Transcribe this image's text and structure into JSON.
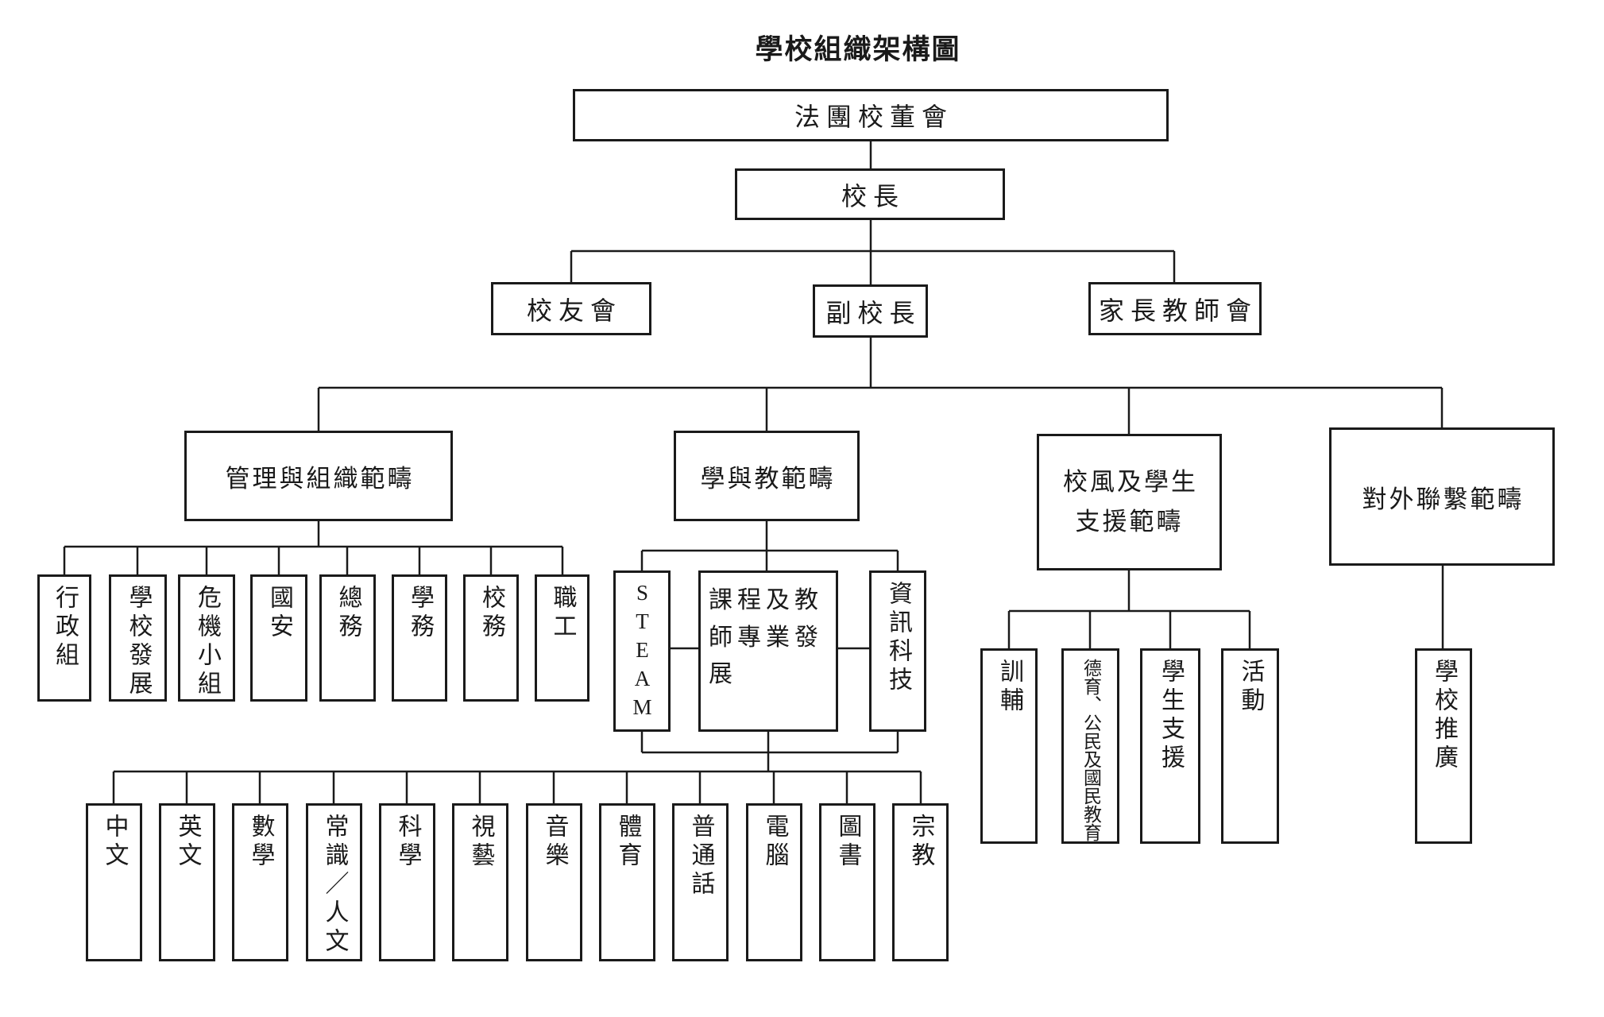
{
  "title": "學校組織架構圖",
  "colors": {
    "ink": "#1a1a1a",
    "background": "#ffffff"
  },
  "nodes": {
    "board": "法團校董會",
    "principal": "校長",
    "alumni": "校友會",
    "vice_principal": "副校長",
    "pta": "家長教師會",
    "domains": {
      "management": "管理與組織範疇",
      "learning": "學與教範疇",
      "ethos": "校風及學生支援範疇",
      "external": "對外聯繫範疇"
    },
    "management_children": [
      "行政組",
      "學校發展",
      "危機小組",
      "國安",
      "總務",
      "學務",
      "校務",
      "職工"
    ],
    "learning_children": [
      "STEAM",
      "課程及教師專業發展",
      "資訊科技"
    ],
    "subjects": [
      "中文",
      "英文",
      "數學",
      "常識／人文",
      "科學",
      "視藝",
      "音樂",
      "體育",
      "普通話",
      "電腦",
      "圖書",
      "宗教"
    ],
    "ethos_children": [
      "訓輔",
      "德育、公民及國民教育",
      "學生支援",
      "活動"
    ],
    "external_children": [
      "學校推廣"
    ]
  },
  "hierarchy": {
    "法團校董會": [
      "校長"
    ],
    "校長": [
      "校友會",
      "副校長",
      "家長教師會"
    ],
    "副校長": [
      "管理與組織範疇",
      "學與教範疇",
      "校風及學生支援範疇",
      "對外聯繫範疇"
    ],
    "管理與組織範疇": [
      "行政組",
      "學校發展",
      "危機小組",
      "國安",
      "總務",
      "學務",
      "校務",
      "職工"
    ],
    "學與教範疇": [
      "STEAM",
      "課程及教師專業發展",
      "資訊科技"
    ],
    "課程及教師專業發展": [
      "中文",
      "英文",
      "數學",
      "常識／人文",
      "科學",
      "視藝",
      "音樂",
      "體育",
      "普通話",
      "電腦",
      "圖書",
      "宗教"
    ],
    "校風及學生支援範疇": [
      "訓輔",
      "德育、公民及國民教育",
      "學生支援",
      "活動"
    ],
    "對外聯繫範疇": [
      "學校推廣"
    ]
  }
}
